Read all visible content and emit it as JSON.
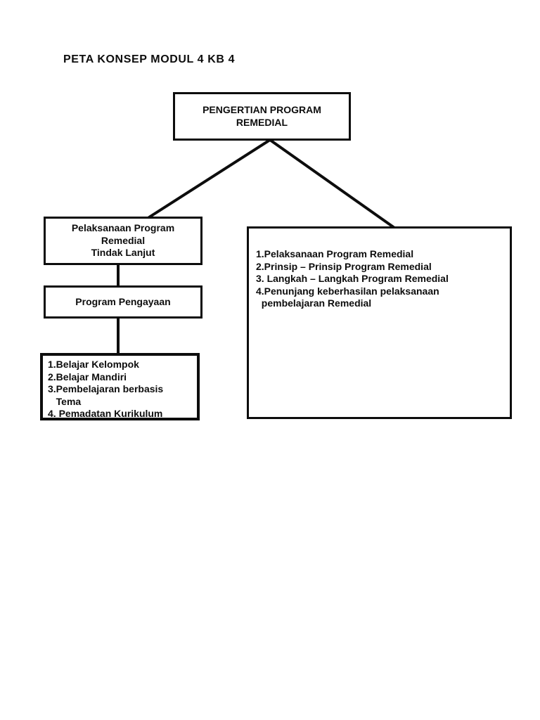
{
  "title": "PETA KONSEP MODUL 4 KB 4",
  "boxes": {
    "root": {
      "text": "PENGERTIAN PROGRAM\nREMEDIAL"
    },
    "left_top": {
      "text": "Pelaksanaan Program\nRemedial\nTindak Lanjut"
    },
    "left_mid": {
      "text": "Program Pengayaan"
    },
    "left_bottom": {
      "items": [
        "1.Belajar Kelompok",
        "2.Belajar Mandiri",
        "3.Pembelajaran berbasis\n   Tema",
        "4. Pemadatan Kurikulum"
      ]
    },
    "right": {
      "items": [
        "1.Pelaksanaan Program Remedial",
        "2.Prinsip – Prinsip Program Remedial",
        "3. Langkah – Langkah Program Remedial",
        "4.Penunjang keberhasilan pelaksanaan\n  pembelajaran Remedial"
      ]
    }
  },
  "colors": {
    "background": "#ffffff",
    "line": "#0d0d0d",
    "text": "#0d0d0d"
  }
}
